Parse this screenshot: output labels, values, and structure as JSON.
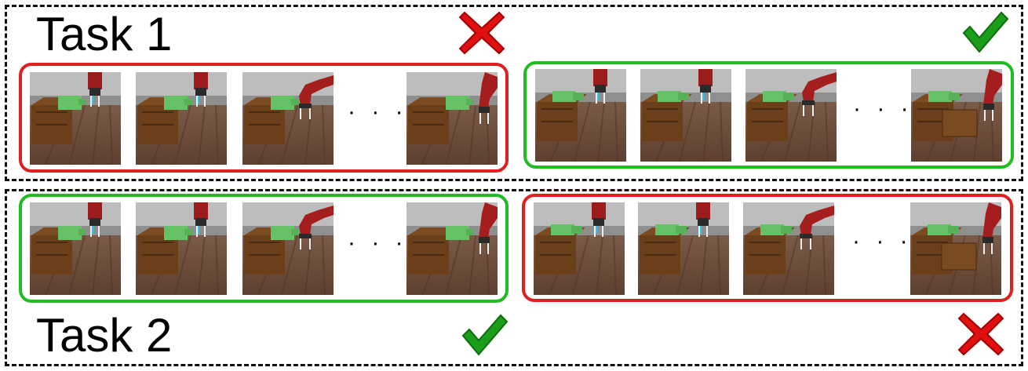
{
  "tasks": [
    {
      "title": "Task 1",
      "left_result": "failure",
      "right_result": "success"
    },
    {
      "title": "Task 2",
      "left_result": "success",
      "right_result": "failure"
    }
  ],
  "ellipsis": "· · ·",
  "colors": {
    "success": "#1a9e1a",
    "failure": "#e01010",
    "dashed_border": "#111111",
    "success_box": "#22bb22",
    "failure_box": "#e02020"
  },
  "icons": {
    "success": "check-icon",
    "failure": "cross-icon"
  },
  "sequences": {
    "sequence_a": [
      "robot-frame-approach",
      "robot-frame-approach",
      "robot-frame-reach",
      "robot-frame-push-green-block"
    ],
    "sequence_b": [
      "robot-frame-approach",
      "robot-frame-approach",
      "robot-frame-reach",
      "robot-frame-open-drawer"
    ]
  }
}
